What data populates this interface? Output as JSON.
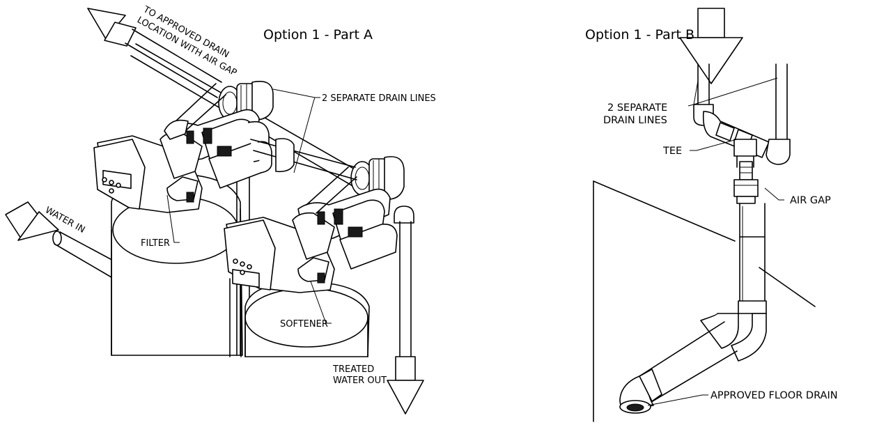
{
  "partA": {
    "title": "Option 1 - Part A",
    "labels": {
      "drain_line1": "TO APPROVED DRAIN",
      "drain_line2": "LOCATION WITH AIR GAP",
      "separate_drains": "2 SEPARATE DRAIN LINES",
      "water_in": "WATER IN",
      "filter": "FILTER",
      "softener": "SOFTENER",
      "treated_line1": "TREATED",
      "treated_line2": "WATER OUT"
    }
  },
  "partB": {
    "title": "Option 1 - Part B",
    "labels": {
      "separate_line1": "2 SEPARATE",
      "separate_line2": "DRAIN LINES",
      "tee": "TEE",
      "air_gap": "AIR GAP",
      "floor_drain": "APPROVED FLOOR DRAIN"
    }
  }
}
